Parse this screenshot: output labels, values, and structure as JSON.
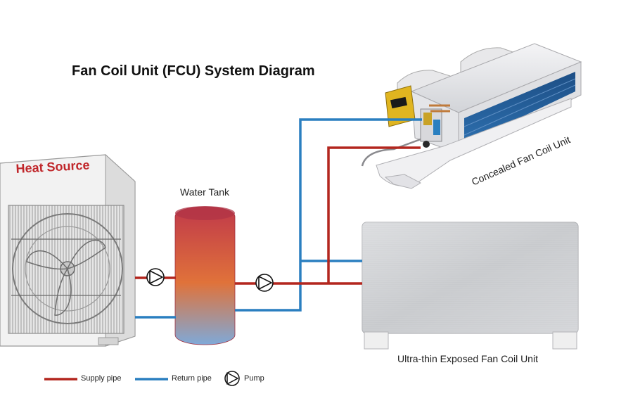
{
  "title": "Fan Coil Unit (FCU) System Diagram",
  "labels": {
    "heat_source": "Heat Source",
    "water_tank": "Water Tank",
    "concealed_fcu": "Concealed Fan Coil Unit",
    "exposed_fcu": "Ultra-thin Exposed Fan Coil Unit"
  },
  "legend": {
    "supply": "Supply pipe",
    "return": "Return pipe",
    "pump": "Pump"
  },
  "colors": {
    "supply": "#b3261e",
    "return": "#2a7fc0",
    "heat_label": "#c0262a"
  }
}
